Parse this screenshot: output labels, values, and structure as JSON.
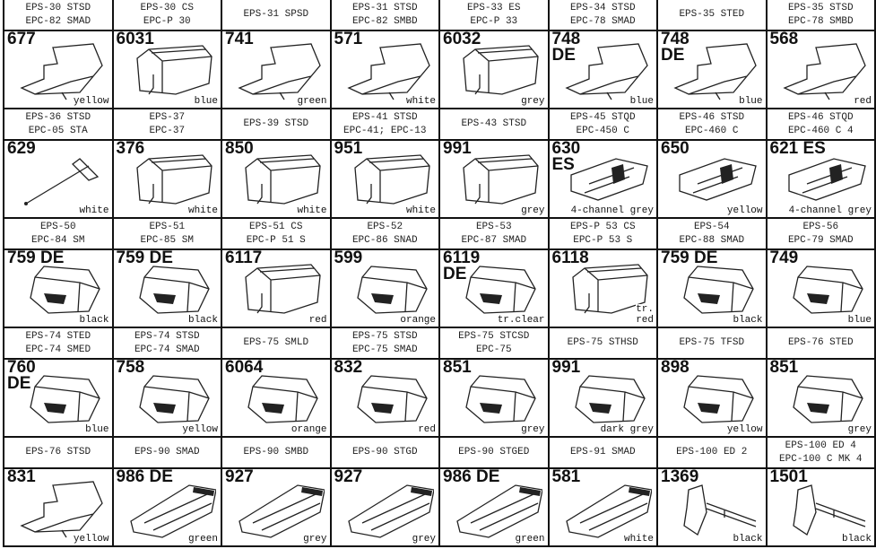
{
  "rows": [
    {
      "headers": [
        [
          "EPS-30 STSD",
          "EPC-82 SMAD"
        ],
        [
          "EPS-30 CS",
          "EPC-P 30"
        ],
        [
          "EPS-31 SPSD",
          ""
        ],
        [
          "EPS-31 STSD",
          "EPC-82 SMBD"
        ],
        [
          "EPS-33 ES",
          "EPC-P 33"
        ],
        [
          "EPS-34 STSD",
          "EPC-78 SMAD"
        ],
        [
          "EPS-35 STED",
          ""
        ],
        [
          "EPS-35 STSD",
          "EPC-78 SMBD"
        ]
      ],
      "cells": [
        {
          "number": "677",
          "color": "yellow",
          "shape": "wedge"
        },
        {
          "number": "6031",
          "color": "blue",
          "shape": "box"
        },
        {
          "number": "741",
          "color": "green",
          "shape": "wedge"
        },
        {
          "number": "571",
          "color": "white",
          "shape": "wedge"
        },
        {
          "number": "6032",
          "color": "grey",
          "shape": "box"
        },
        {
          "number": "748\nDE",
          "color": "blue",
          "shape": "wedge"
        },
        {
          "number": "748\nDE",
          "color": "blue",
          "shape": "wedge"
        },
        {
          "number": "568",
          "color": "red",
          "shape": "wedge"
        }
      ]
    },
    {
      "headers": [
        [
          "EPS-36 STSD",
          "EPC-05 STA"
        ],
        [
          "EPS-37",
          "EPC-37"
        ],
        [
          "EPS-39 STSD",
          ""
        ],
        [
          "EPS-41 STSD",
          "EPC-41; EPC-13"
        ],
        [
          "EPS-43 STSD",
          ""
        ],
        [
          "EPS-45 STQD",
          "EPC-450 C"
        ],
        [
          "EPS-46 STSD",
          "EPC-460 C"
        ],
        [
          "EPS-46 STQD",
          "EPC-460 C 4"
        ]
      ],
      "cells": [
        {
          "number": "629",
          "color": "white",
          "shape": "needle"
        },
        {
          "number": "376",
          "color": "white",
          "shape": "box"
        },
        {
          "number": "850",
          "color": "white",
          "shape": "box"
        },
        {
          "number": "951",
          "color": "white",
          "shape": "box"
        },
        {
          "number": "991",
          "color": "grey",
          "shape": "box"
        },
        {
          "number": "630\nES",
          "color": "4-channel grey",
          "shape": "clip"
        },
        {
          "number": "650",
          "color": "yellow",
          "shape": "clip"
        },
        {
          "number": "621 ES",
          "color": "4-channel grey",
          "shape": "clip"
        }
      ]
    },
    {
      "headers": [
        [
          "EPS-50",
          "EPC-84 SM"
        ],
        [
          "EPS-51",
          "EPC-85 SM"
        ],
        [
          "EPS-51 CS",
          "EPC-P 51 S"
        ],
        [
          "EPS-52",
          "EPC-86 SNAD"
        ],
        [
          "EPS-53",
          "EPC-87 SMAD"
        ],
        [
          "EPS-P 53 CS",
          "EPC-P 53 S"
        ],
        [
          "EPS-54",
          "EPC-88 SMAD"
        ],
        [
          "EPS-56",
          "EPC-79 SMAD"
        ]
      ],
      "cells": [
        {
          "number": "759 DE",
          "color": "black",
          "shape": "block"
        },
        {
          "number": "759 DE",
          "color": "black",
          "shape": "block"
        },
        {
          "number": "6117",
          "color": "red",
          "shape": "box"
        },
        {
          "number": "599",
          "color": "orange",
          "shape": "block"
        },
        {
          "number": "6119\nDE",
          "color": "tr.clear",
          "shape": "block"
        },
        {
          "number": "6118",
          "color": "tr.\nred",
          "shape": "box"
        },
        {
          "number": "759 DE",
          "color": "black",
          "shape": "block"
        },
        {
          "number": "749",
          "color": "blue",
          "shape": "block"
        }
      ]
    },
    {
      "headers": [
        [
          "EPS-74 STED",
          "EPC-74 SMED"
        ],
        [
          "EPS-74 STSD",
          "EPC-74 SMAD"
        ],
        [
          "EPS-75 SMLD",
          ""
        ],
        [
          "EPS-75 STSD",
          "EPC-75 SMAD"
        ],
        [
          "EPS-75 STCSD",
          "EPC-75"
        ],
        [
          "EPS-75 STHSD",
          ""
        ],
        [
          "EPS-75 TFSD",
          ""
        ],
        [
          "EPS-76 STED",
          ""
        ]
      ],
      "cells": [
        {
          "number": "760\nDE",
          "color": "blue",
          "shape": "block"
        },
        {
          "number": "758",
          "color": "yellow",
          "shape": "block"
        },
        {
          "number": "6064",
          "color": "orange",
          "shape": "block"
        },
        {
          "number": "832",
          "color": "red",
          "shape": "block"
        },
        {
          "number": "851",
          "color": "grey",
          "shape": "block"
        },
        {
          "number": "991",
          "color": "dark grey",
          "shape": "block"
        },
        {
          "number": "898",
          "color": "yellow",
          "shape": "block"
        },
        {
          "number": "851",
          "color": "grey",
          "shape": "block"
        }
      ]
    },
    {
      "headers": [
        [
          "EPS-76 STSD",
          ""
        ],
        [
          "EPS-90 SMAD",
          ""
        ],
        [
          "EPS-90 SMBD",
          ""
        ],
        [
          "EPS-90 STGD",
          ""
        ],
        [
          "EPS-90 STGED",
          ""
        ],
        [
          "EPS-91 SMAD",
          ""
        ],
        [
          "EPS-100 ED 2",
          ""
        ],
        [
          "EPS-100 ED 4",
          "EPC-100 C MK 4"
        ]
      ],
      "cells": [
        {
          "number": "831",
          "color": "yellow",
          "shape": "wedge"
        },
        {
          "number": "986 DE",
          "color": "green",
          "shape": "slide"
        },
        {
          "number": "927",
          "color": "grey",
          "shape": "slide"
        },
        {
          "number": "927",
          "color": "grey",
          "shape": "slide"
        },
        {
          "number": "986 DE",
          "color": "green",
          "shape": "slide"
        },
        {
          "number": "581",
          "color": "white",
          "shape": "slide"
        },
        {
          "number": "1369",
          "color": "black",
          "shape": "arm"
        },
        {
          "number": "1501",
          "color": "black",
          "shape": "arm"
        }
      ]
    }
  ]
}
